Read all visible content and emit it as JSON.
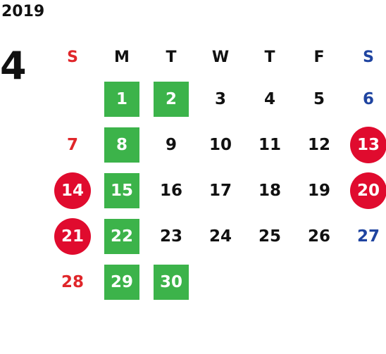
{
  "year": "2019",
  "month": "4",
  "colors": {
    "sunday": "#e0262a",
    "saturday": "#1f44a0",
    "weekday": "#111111",
    "green_mark": "#3cb34a",
    "red_mark": "#e00b2e"
  },
  "weekdays": [
    {
      "label": "S",
      "kind": "sunday"
    },
    {
      "label": "M",
      "kind": "weekday"
    },
    {
      "label": "T",
      "kind": "weekday"
    },
    {
      "label": "W",
      "kind": "weekday"
    },
    {
      "label": "T",
      "kind": "weekday"
    },
    {
      "label": "F",
      "kind": "weekday"
    },
    {
      "label": "S",
      "kind": "saturday"
    }
  ],
  "weeks": [
    [
      {
        "day": ""
      },
      {
        "day": "1",
        "mark": "green"
      },
      {
        "day": "2",
        "mark": "green"
      },
      {
        "day": "3"
      },
      {
        "day": "4"
      },
      {
        "day": "5"
      },
      {
        "day": "6"
      }
    ],
    [
      {
        "day": "7"
      },
      {
        "day": "8",
        "mark": "green"
      },
      {
        "day": "9"
      },
      {
        "day": "10"
      },
      {
        "day": "11"
      },
      {
        "day": "12"
      },
      {
        "day": "13",
        "mark": "red"
      }
    ],
    [
      {
        "day": "14",
        "mark": "red"
      },
      {
        "day": "15",
        "mark": "green"
      },
      {
        "day": "16"
      },
      {
        "day": "17"
      },
      {
        "day": "18"
      },
      {
        "day": "19"
      },
      {
        "day": "20",
        "mark": "red"
      }
    ],
    [
      {
        "day": "21",
        "mark": "red"
      },
      {
        "day": "22",
        "mark": "green"
      },
      {
        "day": "23"
      },
      {
        "day": "24"
      },
      {
        "day": "25"
      },
      {
        "day": "26"
      },
      {
        "day": "27"
      }
    ],
    [
      {
        "day": "28"
      },
      {
        "day": "29",
        "mark": "green"
      },
      {
        "day": "30",
        "mark": "green"
      },
      {
        "day": ""
      },
      {
        "day": ""
      },
      {
        "day": ""
      },
      {
        "day": ""
      }
    ]
  ]
}
